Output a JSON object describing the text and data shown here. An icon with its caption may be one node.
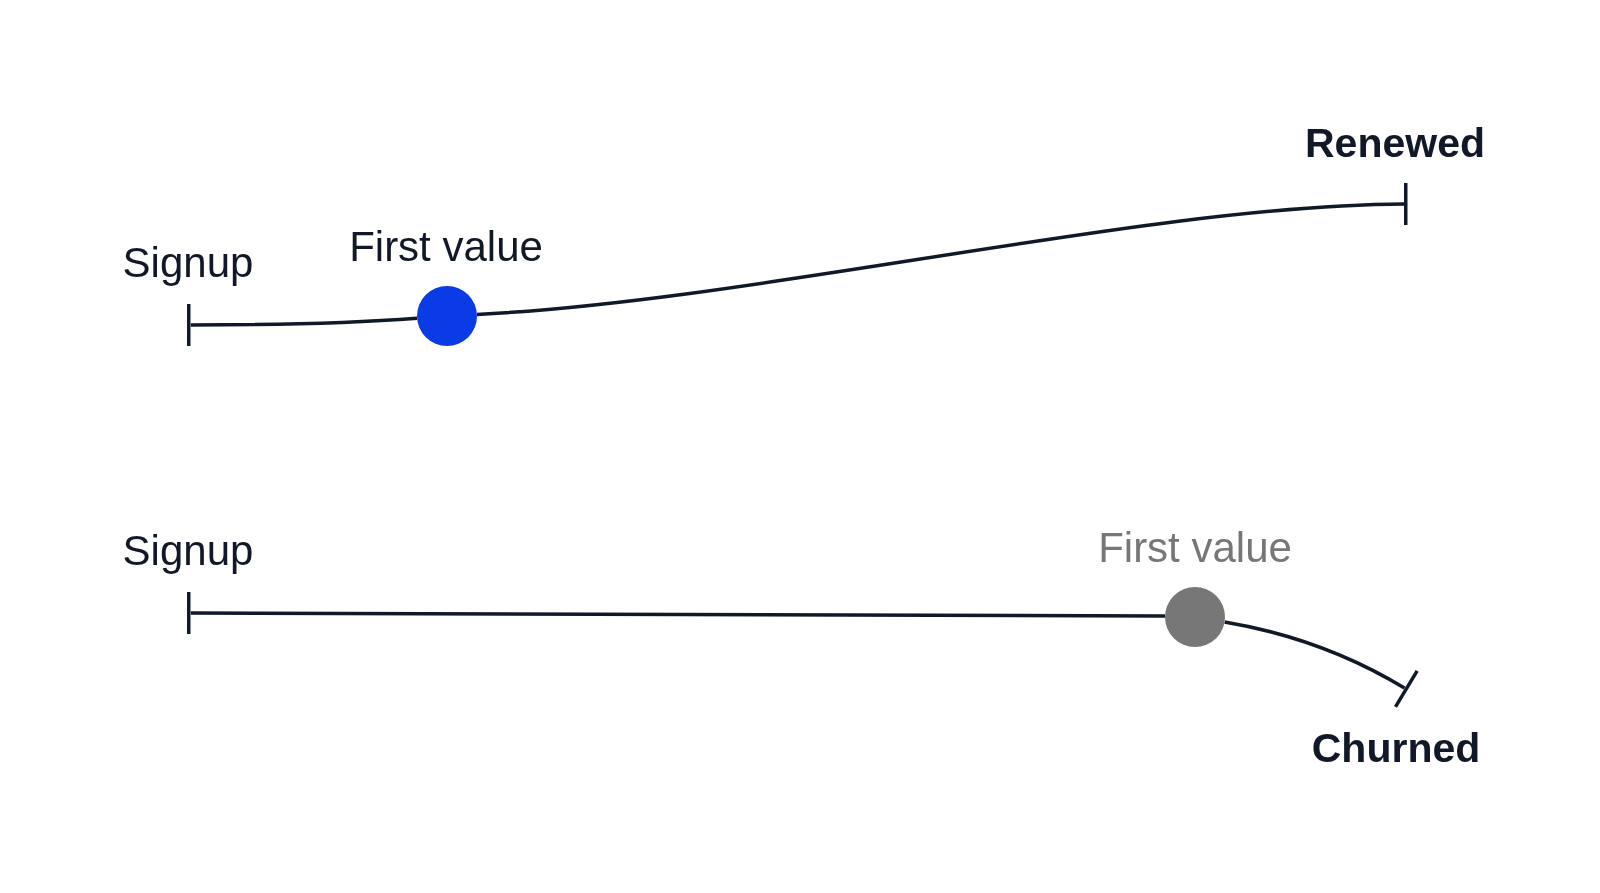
{
  "diagram": {
    "nodes": [
      {
        "text": [],
        "shape": "bar",
        "beside": [
          "Signup"
        ]
      },
      {
        "text": [],
        "shape": "circle",
        "beside": [
          "First value"
        ]
      },
      {
        "text": [],
        "shape": "bar",
        "beside": [
          "Renewed"
        ]
      },
      {
        "text": [],
        "shape": "bar",
        "beside": [
          "Signup"
        ]
      },
      {
        "text": [],
        "shape": "circle",
        "beside": [
          "First value"
        ]
      },
      {
        "text": [],
        "shape": "bar",
        "beside": [
          "Churned"
        ]
      }
    ],
    "edges": [
      {
        "from": 0,
        "to": 1,
        "arrow": "none"
      },
      {
        "from": 1,
        "to": 2,
        "arrow": "none"
      },
      {
        "from": 3,
        "to": 4,
        "arrow": "none"
      },
      {
        "from": 4,
        "to": 5,
        "arrow": "none"
      }
    ]
  }
}
